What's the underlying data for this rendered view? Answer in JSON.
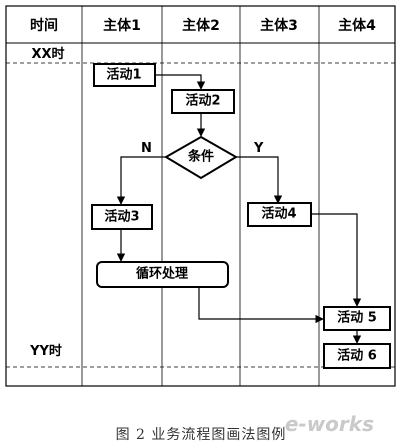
{
  "diagram": {
    "columns": [
      "时间",
      "主体1",
      "主体2",
      "主体3",
      "主体4"
    ],
    "time_labels": {
      "start": "XX时",
      "end": "YY时"
    },
    "nodes": {
      "activity1": "活动1",
      "activity2": "活动2",
      "condition": "条件",
      "activity3": "活动3",
      "activity4": "活动4",
      "loop": "循环处理",
      "activity5": "活动 5",
      "activity6": "活动 6"
    },
    "branch_labels": {
      "no": "N",
      "yes": "Y"
    }
  },
  "caption": "图 2   业务流程图画法图例",
  "watermark": "e-works"
}
